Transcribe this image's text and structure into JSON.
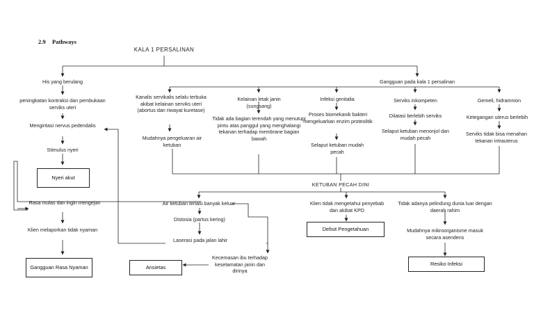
{
  "section": {
    "number": "2.9",
    "title": "Pathways"
  },
  "root": "KALA 1 PERSALINAN",
  "left": {
    "his": "His yang berulang",
    "kontraksi": "peningkatan kontraksi dan pembukaan serviks uteri",
    "mengiritasi": "Mengiritasi nervus pedendalis",
    "stimulus": "Stimulus nyeri",
    "nyeri_akut": "Nyeri akut",
    "rasa_mulas": "Rasa mulas dan ingin mengejan",
    "klien_lapor": "Klien melaporkan tidak nyaman",
    "gangguan": "Gangguan Rasa Nyaman"
  },
  "gangguan_kala": "Gangguan pada kala 1 persalinan",
  "causes": {
    "kanalis": "Kanalis servikalis selalu terbuka akibat kelainan serviks uteri (abortus dan riwayat kuretase)",
    "mudah_air": "Mudahnya pengeluaran air ketuban",
    "kelainan_letak": "Kelainan letak janin (sungsang)",
    "tidak_ada": "Tidak ada bagian terendah yang menutupi pintu atas panggul yang menghalangi tekanan terhadap membrane bagian bawah",
    "infeksi": "Infeksi genitalia",
    "proses": "Proses biomekanik bakteri mengeluarkan enzim proteolitik",
    "selaput1": "Selaput ketuban mudah pecah",
    "serviks_ink": "Serviks inkompeten",
    "dilatasi": "Dilatasi berlebih serviks",
    "selaput2": "Selaput ketuban menonjol dan mudah pecah",
    "gemeli": "Gemeli, hidramnion",
    "ketegangan": "Ketegangan uterus berlebih",
    "serviks_tidak": "Serviks tidak bisa menahan tekanan intrauterus"
  },
  "kpd": "KETUBAN PECAH DINI",
  "bottom": {
    "air_ketuban": "Air ketuban terlalu banyak keluar",
    "distosia": "Distosia (partus kering)",
    "laserasi": "Laserasi pada jalan lahir",
    "kecemasan": "Kecemasan ibu terhadap keselamatan janin dan dirinya",
    "ansietas": "Ansietas",
    "klien_tidak": "Klien tidak mengetahui penyebab dan akibat KPD",
    "defisit": "Defisit Pengetahuan",
    "tidak_adanya": "Tidak adanya pelindung dunia luar dengan daerah rahim",
    "mudahnya": "Mudahnya mikroorganisme masuk secara asendens",
    "resiko": "Resiko Infeksi"
  }
}
